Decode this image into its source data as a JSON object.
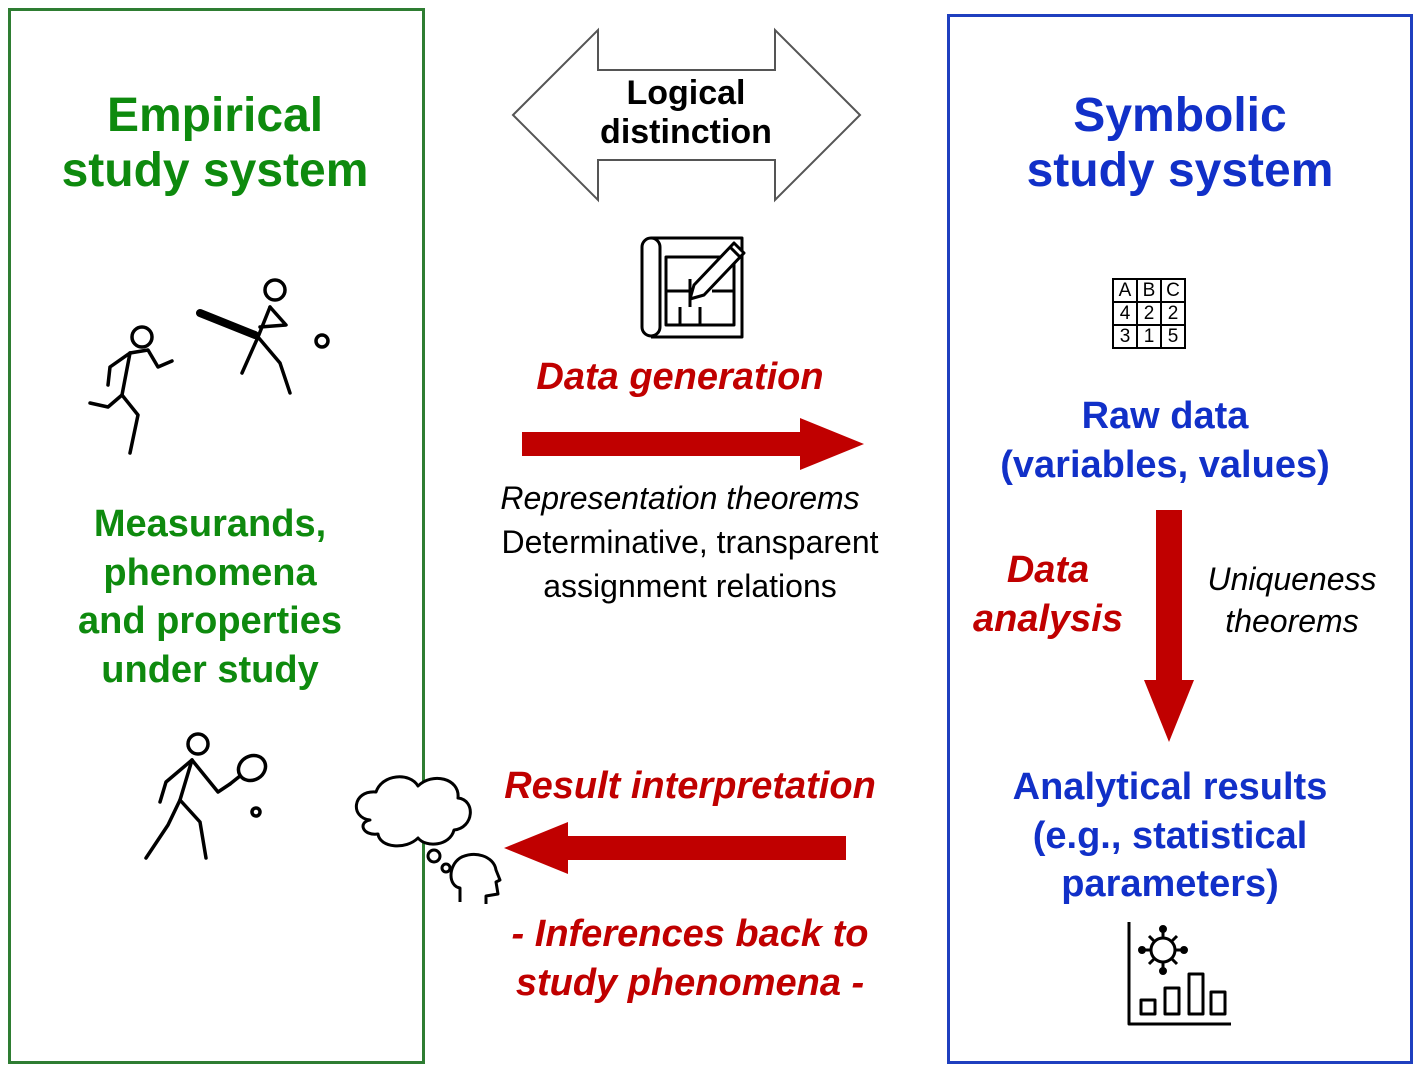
{
  "empirical": {
    "title_line1": "Empirical",
    "title_line2": "study system",
    "desc_line1": "Measurands,",
    "desc_line2": "phenomena",
    "desc_line3": "and properties",
    "desc_line4": "under study"
  },
  "symbolic": {
    "title_line1": "Symbolic",
    "title_line2": "study system",
    "raw_line1": "Raw data",
    "raw_line2": "(variables, values)",
    "results_line1": "Analytical results",
    "results_line2": "(e.g., statistical",
    "results_line3": "parameters)",
    "table": [
      [
        "A",
        "B",
        "C"
      ],
      [
        "4",
        "2",
        "2"
      ],
      [
        "3",
        "1",
        "5"
      ]
    ]
  },
  "center": {
    "logical_line1": "Logical",
    "logical_line2": "distinction",
    "data_generation": "Data generation",
    "repr_theorems": "Representation theorems",
    "determinative_line1": "Determinative, transparent",
    "determinative_line2": "assignment relations",
    "result_interpretation": "Result interpretation",
    "inferences_line1": "- Inferences back to",
    "inferences_line2": "study phenomena -"
  },
  "analysis": {
    "data_analysis_line1": "Data",
    "data_analysis_line2": "analysis",
    "uniqueness_line1": "Uniqueness",
    "uniqueness_line2": "theorems"
  },
  "colors": {
    "green": "#0e8a0e",
    "blue": "#1130c8",
    "red": "#c00000"
  }
}
